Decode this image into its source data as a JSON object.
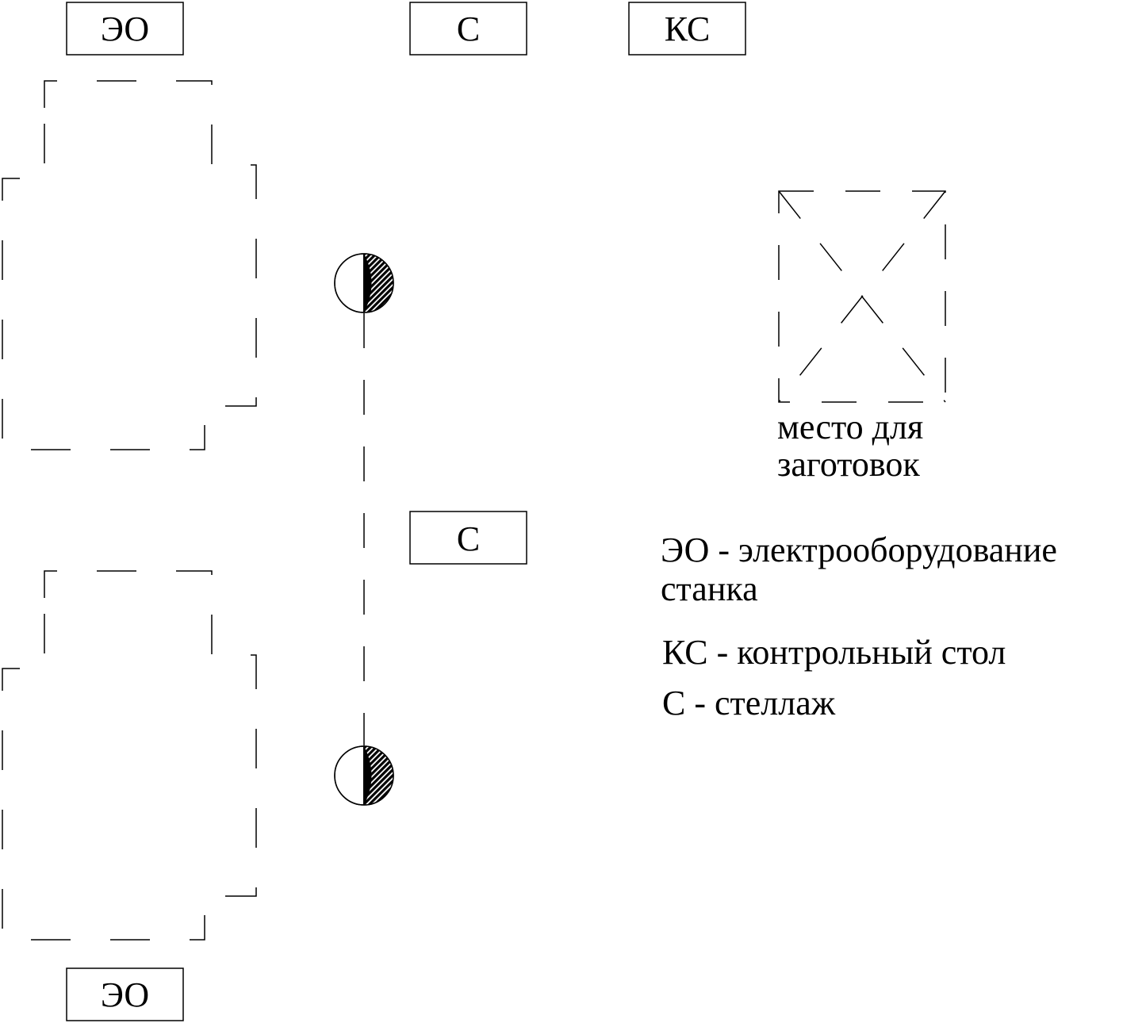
{
  "labels": {
    "eo_top": "ЭО",
    "s_top": "С",
    "ks_top": "КС",
    "s_middle": "С",
    "eo_bottom": "ЭО"
  },
  "blanks_area": {
    "caption_line1": "место для",
    "caption_line2": "заготовок"
  },
  "legend": {
    "eo_line1": "ЭО - электрооборудование",
    "eo_line2": "станка",
    "ks": "КС - контрольный стол",
    "s": "С - стеллаж"
  },
  "colors": {
    "ink": "#000000",
    "background": "#ffffff"
  }
}
